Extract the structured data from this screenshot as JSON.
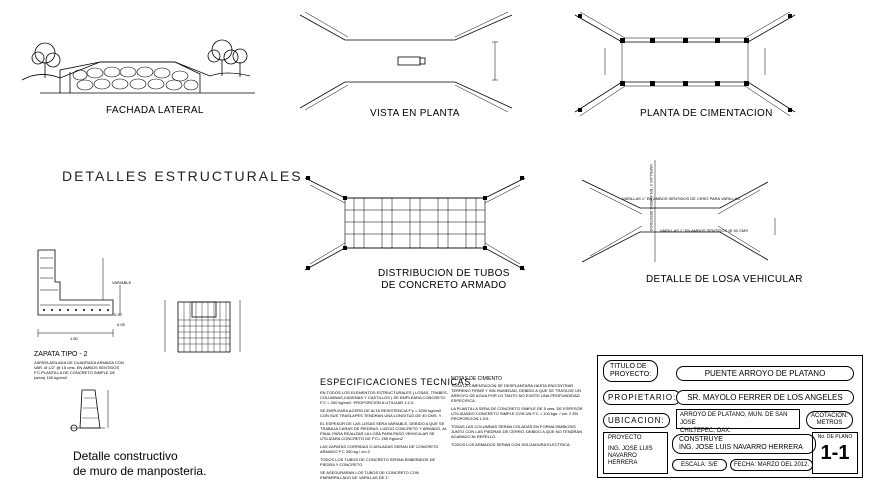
{
  "drawings": {
    "fachada": {
      "caption": "FACHADA LATERAL"
    },
    "vista_planta": {
      "caption": "VISTA EN PLANTA"
    },
    "cimentacion": {
      "caption": "PLANTA DE CIMENTACION"
    },
    "detalles_title": "DETALLES ESTRUCTURALES",
    "tubos": {
      "caption_line1": "DISTRIBUCION DE TUBOS",
      "caption_line2": "DE CONCRETO ARMADO"
    },
    "losa": {
      "caption": "DETALLE DE LOSA VEHICULAR",
      "note1": "VARILLAS 1\" EN AMBOS SENTIDOS DE CERO PARA VARILLAS",
      "note2": "VARILLAS 1\" EN AMBOS SENTIDOS @ 30 CMS",
      "note3": "VARILLAS 1\" EN AMBOS SENTIDOS"
    },
    "zapata": {
      "dim_variable": "VARIABLE",
      "dim_020": "0.20",
      "dim_005": "0.05",
      "dim_150": "1.50",
      "title": "ZAPATA TIPO - 2",
      "note": "ZAPATA AISLADA DE CUADRADA ARMADA CON VAR. Ø 1/2\" @ 15 cms. EN AMBOS SENTIDOS F'C PLANTILLA DE CONCRETO SIMPLE DE (a/cm) 100 kg/cm2"
    },
    "muro": {
      "caption_line1": "Detalle constructivo",
      "caption_line2": "de muro de manposteria."
    }
  },
  "especificaciones": {
    "title": "ESPECIFICACIONES  TECNICAS",
    "notas_title": "NOTAS DE CIMIENTO",
    "left_paragraphs": [
      "EN TODOS LOS ELEMENTOS ESTRUCTURALES ( LOSAS, TRABES, COLUMNAS,CADENAS Y CASTILLOS ) SE EMPLEARA CONCRETO F'C = 200 kg/cm2. PROPORCION A UTILIZAR 1:2:3.",
      "SE EMPLEARA ACERO DE ALTA RESISTENCIA F'y = 4200 kg/cm2 CON SUS TRASLAPES TENDRAN UNA LONGITUD DE 40 CMS. Y",
      "EL ESPESOR DE LAS LOSAS SERA VARIABLE, DEBIDO A QUE SE TRABAJA CARAS DE PIEDRAS, LUEGO CONCRETO Y ARMADO, AL FINAL PARA REALIZAR LA LOSA PARA PASO VEHICULAR SE UTILIZARA CONCRETO DE F'C= 250 Kg/cm2",
      "LAS ZAPATAS CORRIDAS O AISLADAS SERAN DE CONCRETO ARMADO F'C 250 kg / cm 2",
      "TODOS LOS TUBOS DE CONCRETO SERAN EMBEBIDOS DE PIEDRA Y CONCRETO.",
      "SE ASEGURARAN LOS TUBOS DE CONCRETO CON EMPARRILLADO DE VARILLAS DE 1\"."
    ],
    "right_paragraphs": [
      "TODA LA CIMENTACION SE DESPLANTARA HASTA ENCONTRAR TERRENO FIRME Y SIN HUMEDAD, DEBIDO A QUE SE TRATA DE UN ARROYO DE AGUA POR LO TANTO NO EXISTE UNA PROFUNDIDAD ESPECIFICA.",
      "LA PLANTILLA SERA DE CONCRETO SIMPLE DE 5 cms. DE ESPESOR UTILIZANDO CONCRETO SIMPLE CON UN F'C = 100 kgs. / cm. 2 EN PROPORCION 1:3:5.",
      "TODAS LAS COLUMNAS SERAN COLADAS EN FORMA SIMBIOSIS JUNTO CON LAS PIEDRAS DE CERRO, DEBIDO A QUE NO TENDRAN ACABADO NI REPELLO.",
      "TODOS LOS ARMADOS SERAN CON SOLDADURA ELECTRICA."
    ]
  },
  "title_block": {
    "titulo_label_1": "TITULO DE",
    "titulo_label_2": "PROYECTO:",
    "titulo_value": "PUENTE ARROYO DE PLATANO",
    "propietario_label": "PROPIETARIO:",
    "propietario_value": "SR. MAYOLO FERRER DE LOS ANGELES",
    "ubicacion_label": "UBICACION:",
    "ubicacion_value_1": "ARROYO DE PLATANO, MUN. DE SAN JOSE",
    "ubicacion_value_2": "CHILTEPEC, OAX.",
    "acotacion_1": "ACOTACION:",
    "acotacion_2": "METROS",
    "proyecto_label": "PROYECTO",
    "proyecto_name_1": "ING. JOSE LUIS",
    "proyecto_name_2": "NAVARRO",
    "proyecto_name_3": "HERRERA",
    "construye_label": "CONSTRUYE",
    "construye_value": "ING. JOSE LUIS NAVARRO HERRERA",
    "escala": "ESCALA:  S/E",
    "fecha": "FECHA:  MARZO DEL 2012.",
    "plano_label": "No. DE PLANO",
    "plano_value": "1-1"
  },
  "colors": {
    "line": "#000000",
    "background": "#ffffff"
  }
}
